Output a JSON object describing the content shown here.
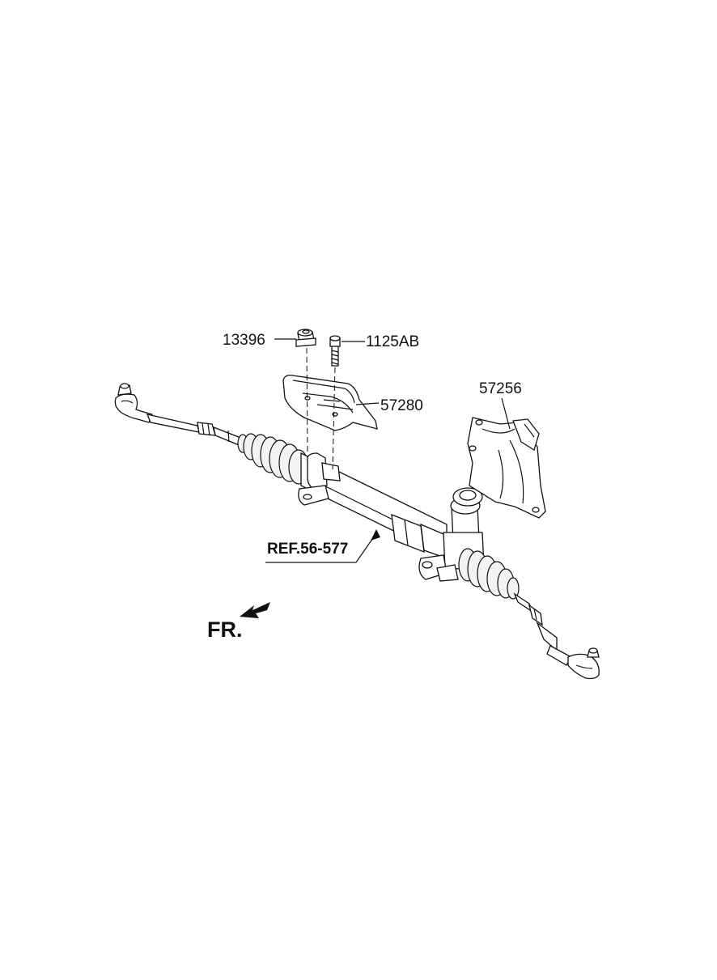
{
  "labels": {
    "nut": "13396",
    "bolt": "1125AB",
    "heat_shield": "57280",
    "cover": "57256",
    "reference": "REF.56-577",
    "front": "FR."
  }
}
